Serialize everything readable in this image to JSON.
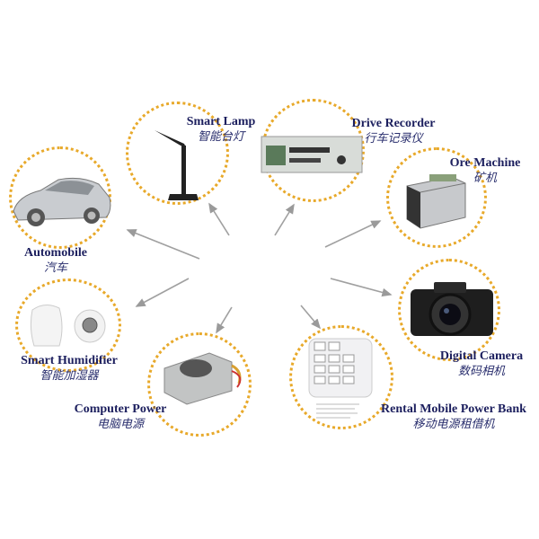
{
  "items": [
    {
      "en": "Automobile",
      "cn": "汽车"
    },
    {
      "en": "Smart Lamp",
      "cn": "智能台灯"
    },
    {
      "en": "Drive Recorder",
      "cn": "行车记录仪"
    },
    {
      "en": "Ore Machine",
      "cn": "矿机"
    },
    {
      "en": "Digital Camera",
      "cn": "数码相机"
    },
    {
      "en": "Rental Mobile Power Bank",
      "cn": "移动电源租借机"
    },
    {
      "en": "Computer Power",
      "cn": "电脑电源"
    },
    {
      "en": "Smart Humidifier",
      "cn": "智能加湿器"
    }
  ],
  "colors": {
    "ring": "#e8a92a",
    "label": "#1c1f5e",
    "arrow": "#9a9a9a"
  }
}
